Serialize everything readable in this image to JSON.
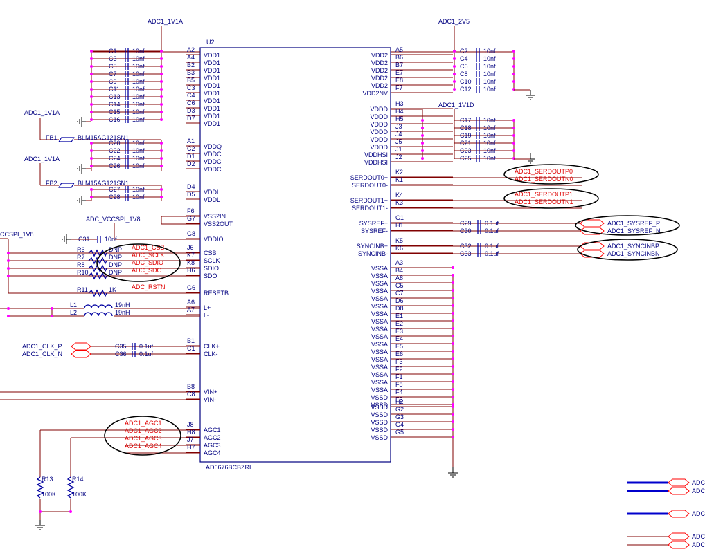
{
  "ic": {
    "ref": "U2",
    "part": "AD6676BCBZRL",
    "left_pins": [
      {
        "num": "A2",
        "name": "VDD1"
      },
      {
        "num": "A4",
        "name": "VDD1"
      },
      {
        "num": "B2",
        "name": "VDD1"
      },
      {
        "num": "B3",
        "name": "VDD1"
      },
      {
        "num": "B5",
        "name": "VDD1"
      },
      {
        "num": "C3",
        "name": "VDD1"
      },
      {
        "num": "C4",
        "name": "VDD1"
      },
      {
        "num": "C6",
        "name": "VDD1"
      },
      {
        "num": "D3",
        "name": "VDD1"
      },
      {
        "num": "D7",
        "name": "VDD1"
      },
      {
        "num": "A1",
        "name": "VDDQ"
      },
      {
        "num": "C2",
        "name": "VDDC"
      },
      {
        "num": "D1",
        "name": "VDDC"
      },
      {
        "num": "D2",
        "name": "VDDC"
      },
      {
        "num": "D4",
        "name": "VDDL"
      },
      {
        "num": "D5",
        "name": "VDDL"
      },
      {
        "num": "F6",
        "name": "VSS2IN"
      },
      {
        "num": "G7",
        "name": "VSS2OUT"
      },
      {
        "num": "G8",
        "name": "VDDIO"
      },
      {
        "num": "J6",
        "name": "CSB"
      },
      {
        "num": "K7",
        "name": "SCLK"
      },
      {
        "num": "K8",
        "name": "SDIO"
      },
      {
        "num": "H6",
        "name": "SDO"
      },
      {
        "num": "G6",
        "name": "RESETB"
      },
      {
        "num": "A6",
        "name": "L+"
      },
      {
        "num": "A7",
        "name": "L-"
      },
      {
        "num": "B1",
        "name": "CLK+"
      },
      {
        "num": "C1",
        "name": "CLK-"
      },
      {
        "num": "B8",
        "name": "VIN+"
      },
      {
        "num": "C8",
        "name": "VIN-"
      },
      {
        "num": "J8",
        "name": "AGC1"
      },
      {
        "num": "H8",
        "name": "AGC2"
      },
      {
        "num": "J7",
        "name": "AGC3"
      },
      {
        "num": "H7",
        "name": "AGC4"
      }
    ],
    "right_pins": [
      {
        "num": "A5",
        "name": "VDD2"
      },
      {
        "num": "B6",
        "name": "VDD2"
      },
      {
        "num": "B7",
        "name": "VDD2"
      },
      {
        "num": "E7",
        "name": "VDD2"
      },
      {
        "num": "E8",
        "name": "VDD2"
      },
      {
        "num": "F7",
        "name": "VDD2NV"
      },
      {
        "num": "H3",
        "name": "VDDD"
      },
      {
        "num": "H4",
        "name": "VDDD"
      },
      {
        "num": "H5",
        "name": "VDDD"
      },
      {
        "num": "J3",
        "name": "VDDD"
      },
      {
        "num": "J4",
        "name": "VDDD"
      },
      {
        "num": "J5",
        "name": "VDDD"
      },
      {
        "num": "J1",
        "name": "VDDHSI"
      },
      {
        "num": "J2",
        "name": "VDDHSI"
      },
      {
        "num": "K2",
        "name": "SERDOUT0+"
      },
      {
        "num": "K1",
        "name": "SERDOUT0-"
      },
      {
        "num": "K4",
        "name": "SERDOUT1+"
      },
      {
        "num": "K3",
        "name": "SERDOUT1-"
      },
      {
        "num": "G1",
        "name": "SYSREF+"
      },
      {
        "num": "H1",
        "name": "SYSREF-"
      },
      {
        "num": "K5",
        "name": "SYNCINB+"
      },
      {
        "num": "K6",
        "name": "SYNCINB-"
      },
      {
        "num": "A3",
        "name": "VSSA"
      },
      {
        "num": "B4",
        "name": "VSSA"
      },
      {
        "num": "A8",
        "name": "VSSA"
      },
      {
        "num": "C5",
        "name": "VSSA"
      },
      {
        "num": "C7",
        "name": "VSSA"
      },
      {
        "num": "D6",
        "name": "VSSA"
      },
      {
        "num": "D8",
        "name": "VSSA"
      },
      {
        "num": "E1",
        "name": "VSSA"
      },
      {
        "num": "E2",
        "name": "VSSA"
      },
      {
        "num": "E3",
        "name": "VSSA"
      },
      {
        "num": "E4",
        "name": "VSSA"
      },
      {
        "num": "E5",
        "name": "VSSA"
      },
      {
        "num": "E6",
        "name": "VSSA"
      },
      {
        "num": "F3",
        "name": "VSSA"
      },
      {
        "num": "F2",
        "name": "VSSA"
      },
      {
        "num": "F1",
        "name": "VSSA"
      },
      {
        "num": "F8",
        "name": "VSSA"
      },
      {
        "num": "F4",
        "name": "VSSD"
      },
      {
        "num": "F5",
        "name": "VSSD"
      },
      {
        "num": "H2",
        "name": "VSSD"
      },
      {
        "num": "G2",
        "name": "VSSD"
      },
      {
        "num": "G3",
        "name": "VSSD"
      },
      {
        "num": "G4",
        "name": "VSSD"
      },
      {
        "num": "G5",
        "name": "VSSD"
      }
    ]
  },
  "power_nets": {
    "top_left": "ADC1_1V1A",
    "top_right": "ADC1_2V5",
    "vddd": "ADC1_1V1D",
    "fb1_net": "ADC1_1V1A",
    "fb2_net": "ADC1_1V1A",
    "vccspi": "ADC_VCCSPI_1V8",
    "ccspi": "CCSPI_1V8"
  },
  "caps_left_vdd1": [
    {
      "ref": "C1",
      "value": "10nf"
    },
    {
      "ref": "C3",
      "value": "10nf"
    },
    {
      "ref": "C5",
      "value": "10nf"
    },
    {
      "ref": "C7",
      "value": "10nf"
    },
    {
      "ref": "C9",
      "value": "10nf"
    },
    {
      "ref": "C11",
      "value": "10nf"
    },
    {
      "ref": "C13",
      "value": "10nf"
    },
    {
      "ref": "C14",
      "value": "10nf"
    },
    {
      "ref": "C15",
      "value": "10nf"
    },
    {
      "ref": "C16",
      "value": "10nf"
    }
  ],
  "caps_left_vddq": [
    {
      "ref": "C20",
      "value": "10nf"
    },
    {
      "ref": "C22",
      "value": "10nf"
    },
    {
      "ref": "C24",
      "value": "10nf"
    },
    {
      "ref": "C26",
      "value": "10nf"
    }
  ],
  "caps_left_vddl": [
    {
      "ref": "C27",
      "value": "10nf"
    },
    {
      "ref": "C28",
      "value": "10nf"
    }
  ],
  "caps_right_vdd2": [
    {
      "ref": "C2",
      "value": "10nf"
    },
    {
      "ref": "C4",
      "value": "10nf"
    },
    {
      "ref": "C6",
      "value": "10nf"
    },
    {
      "ref": "C8",
      "value": "10nf"
    },
    {
      "ref": "C10",
      "value": "10nf"
    },
    {
      "ref": "C12",
      "value": "10nf"
    }
  ],
  "caps_right_vddd": [
    {
      "ref": "C17",
      "value": "10nf"
    },
    {
      "ref": "C18",
      "value": "10nf"
    },
    {
      "ref": "C19",
      "value": "10nf"
    },
    {
      "ref": "C21",
      "value": "10nf"
    },
    {
      "ref": "C23",
      "value": "10nf"
    },
    {
      "ref": "C25",
      "value": "10nf"
    }
  ],
  "caps_right_signal": [
    {
      "ref": "C29",
      "value": "0.1uf"
    },
    {
      "ref": "C30",
      "value": "0.1uf"
    },
    {
      "ref": "C32",
      "value": "0.1uf"
    },
    {
      "ref": "C33",
      "value": "0.1uf"
    }
  ],
  "cap_c31": {
    "ref": "C31",
    "value": "10nf"
  },
  "caps_clk": [
    {
      "ref": "C35",
      "value": "0.1uf"
    },
    {
      "ref": "C36",
      "value": "0.1uf"
    }
  ],
  "ferrites": [
    {
      "ref": "FB1",
      "part": "BLM15AG121SN1"
    },
    {
      "ref": "FB2",
      "part": "BLM15AG121SN1"
    }
  ],
  "spi": {
    "resistors": [
      {
        "ref": "R6",
        "value": "DNP"
      },
      {
        "ref": "R7",
        "value": "DNP"
      },
      {
        "ref": "R8",
        "value": "DNP"
      },
      {
        "ref": "R10",
        "value": "DNP"
      }
    ],
    "nets": [
      "ADC1_CSB",
      "ADC_SCLK",
      "ADC_SDIO",
      "ADC_SDO"
    ],
    "reset_res": {
      "ref": "R11",
      "value": "1K"
    },
    "reset_net": "ADC_RSTN"
  },
  "inductors": [
    {
      "ref": "L1",
      "value": "19nH"
    },
    {
      "ref": "L2",
      "value": "19nH"
    }
  ],
  "clk_nets": [
    "ADC1_CLK_P",
    "ADC1_CLK_N"
  ],
  "serdes_nets": [
    "ADC1_SERDOUTP0",
    "ADC1_SERDOUTN0",
    "ADC1_SERDOUTP1",
    "ADC1_SERDOUTN1"
  ],
  "sysref_nets": [
    "ADC1_SYSREF_P",
    "ADC1_SYSREF_N"
  ],
  "syncinb_nets": [
    "ADC1_SYNCINBP",
    "ADC1_SYNCINBN"
  ],
  "agc_nets": [
    "ADC1_AGC1",
    "ADC1_AGC2",
    "ADC1_AGC3",
    "ADC1_AGC4"
  ],
  "agc_res": [
    {
      "ref": "R13",
      "value": "100K"
    },
    {
      "ref": "R14",
      "value": "100K"
    }
  ],
  "offpage_nets": [
    "ADC",
    "ADC",
    "ADC",
    "ADC",
    "ADC"
  ]
}
